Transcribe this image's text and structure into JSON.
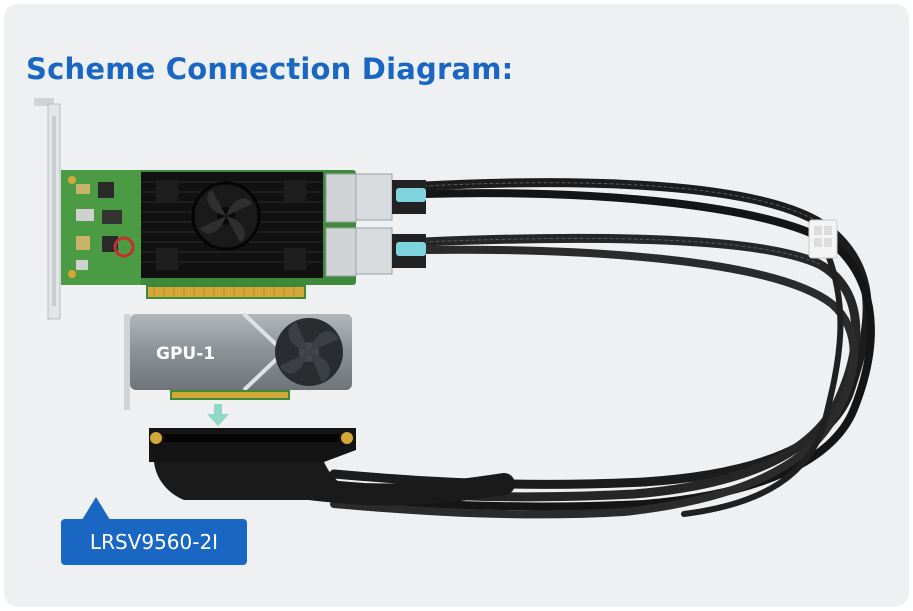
{
  "diagram": {
    "title": "Scheme Connection Diagram:",
    "gpu_label": "GPU-1",
    "product_label": "LRSV9560-2I"
  },
  "colors": {
    "title": "#1a67c3",
    "label_bg": "#1a67c3",
    "pcb_green": "#3f8a3a",
    "heatsink": "#111111",
    "cable": "#1c1c1c",
    "gold_contacts": "#d3a838",
    "connector_tab": "#7fd3dd",
    "gpu_shell": "#8c9195"
  },
  "icons": {
    "fan": "fan-icon",
    "arrow": "arrow-down-icon",
    "pointer": "triangle-pointer-icon"
  }
}
